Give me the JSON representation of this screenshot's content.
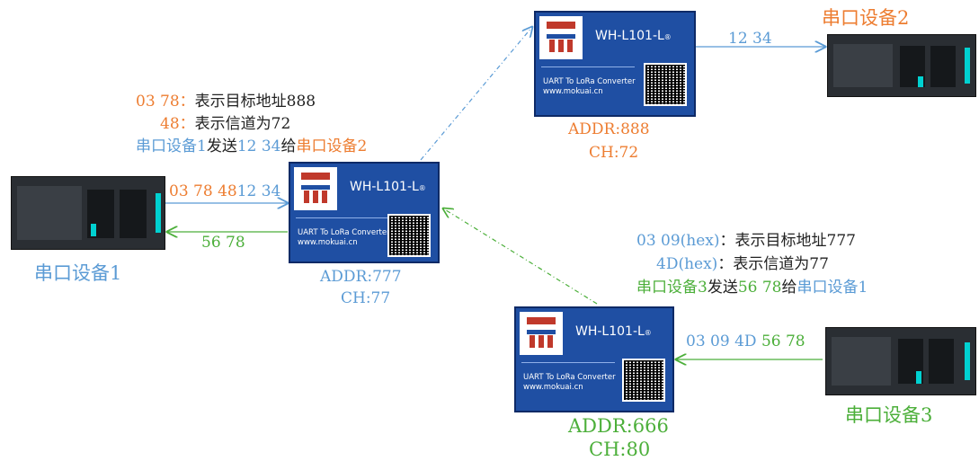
{
  "annotations_top": {
    "line1_code": "03 78",
    "line1_colon": "：",
    "line1_text": "表示目标地址888",
    "line2_code": "48",
    "line2_colon": "：",
    "line2_text": "表示信道为72",
    "line3_part1": "串口设备1",
    "line3_part2": "发送",
    "line3_part3": "12 34",
    "line3_part4": "给",
    "line3_part5": "串口设备2"
  },
  "annotations_right": {
    "line1_code": "03 09(hex)",
    "line1_colon": "：",
    "line1_text": "表示目标地址777",
    "line2_code": "4D(hex)",
    "line2_colon": "：",
    "line2_text": "表示信道为77",
    "line3_part1": "串口设备3",
    "line3_part2": "发送",
    "line3_part3": "56 78",
    "line3_part4": "给",
    "line3_part5": "串口设备1"
  },
  "links": {
    "dev1_to_mod1_orange": "03 78 48",
    "dev1_to_mod1_blue": "12 34",
    "mod1_to_dev1": "56 78",
    "mod2_to_dev2": "12 34",
    "dev3_to_mod3_blue": "03 09 4D",
    "dev3_to_mod3_green": "56 78"
  },
  "devices": {
    "dev1": "串口设备1",
    "dev2": "串口设备2",
    "dev3": "串口设备3"
  },
  "modules": {
    "model": "WH-L101-L",
    "reg_mark": "®",
    "subtitle1": "UART To LoRa Converter",
    "subtitle2": "www.mokuai.cn",
    "m1_addr": "ADDR:777",
    "m1_ch": "CH:77",
    "m2_addr": "ADDR:888",
    "m2_ch": "CH:72",
    "m3_addr": "ADDR:666",
    "m3_ch": "CH:80"
  },
  "colors": {
    "blue": "#5b9bd5",
    "orange": "#ed7d31",
    "green": "#4caf3a",
    "module_bg": "#1f4fa3"
  }
}
